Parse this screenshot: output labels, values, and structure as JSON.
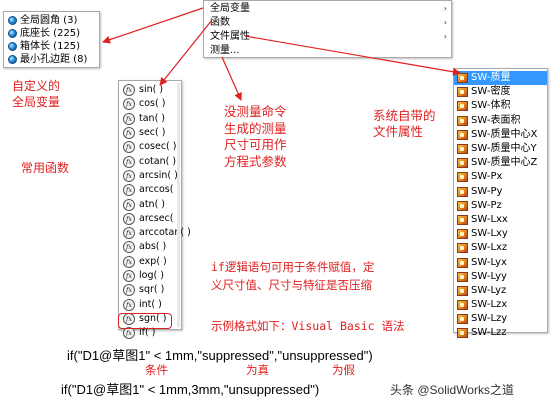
{
  "global_vars": {
    "items": [
      {
        "label": "全局圆角 (3)"
      },
      {
        "label": "底座长 (225)"
      },
      {
        "label": "箱体长 (125)"
      },
      {
        "label": "最小孔边距 (8)"
      }
    ]
  },
  "context_menu": {
    "items": [
      {
        "label": "全局变量",
        "submenu": true
      },
      {
        "label": "函数",
        "submenu": true
      },
      {
        "label": "文件属性",
        "submenu": true
      },
      {
        "label": "测量...",
        "submenu": false
      }
    ]
  },
  "functions": {
    "items": [
      "sin( )",
      "cos( )",
      "tan( )",
      "sec( )",
      "cosec( )",
      "cotan( )",
      "arcsin( )",
      "arccos( )",
      "atn( )",
      "arcsec( )",
      "arccotan( )",
      "abs( )",
      "exp( )",
      "log( )",
      "sqr( )",
      "int( )",
      "sgn( )",
      "if( )"
    ]
  },
  "file_props": {
    "items": [
      "SW-质量",
      "SW-密度",
      "SW-体积",
      "SW-表面积",
      "SW-质量中心X",
      "SW-质量中心Y",
      "SW-质量中心Z",
      "SW-Px",
      "SW-Py",
      "SW-Pz",
      "SW-Lxx",
      "SW-Lxy",
      "SW-Lxz",
      "SW-Lyx",
      "SW-Lyy",
      "SW-Lyz",
      "SW-Lzx",
      "SW-Lzy",
      "SW-Lzz"
    ],
    "selected_index": 0
  },
  "annotations": {
    "custom_globals": [
      "自定义的",
      "全局变量"
    ],
    "common_functions": "常用函数",
    "measure": [
      "没测量命令",
      "生成的测量",
      "尺寸可用作",
      "方程式参数"
    ],
    "system_props": [
      "系统自带的",
      "文件属性"
    ],
    "if_desc": [
      "if逻辑语句可用于条件赋值，定",
      "义尺寸值、尺寸与特征是否压缩"
    ],
    "example_intro": "示例格式如下：Visual Basic 语法",
    "example1": "if(\"D1@草图1\" < 1mm,\"suppressed\",\"unsuppressed\")",
    "label_condition": "条件",
    "label_true": "为真",
    "label_false": "为假",
    "example2": "if(\"D1@草图1\" < 1mm,3mm,\"unsuppressed\")",
    "watermark": "头条 @SolidWorks之道"
  },
  "colors": {
    "annotation": "#e02020",
    "selection": "#3399ff",
    "arrow": "#e02020"
  }
}
